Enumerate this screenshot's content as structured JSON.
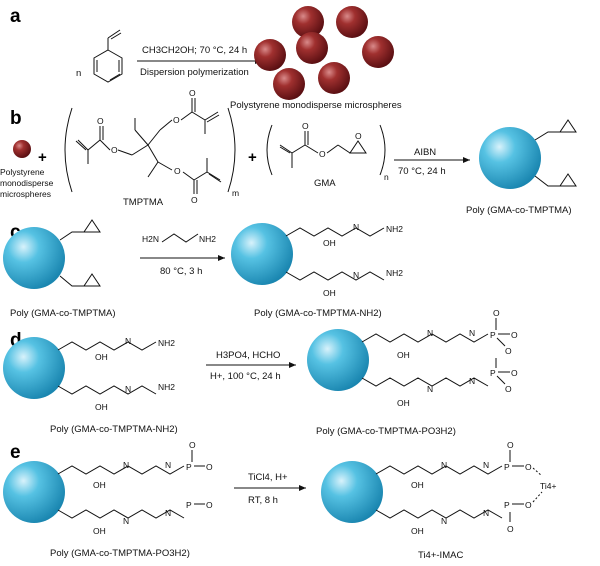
{
  "panels": {
    "a": {
      "label": "a",
      "prefix": "n",
      "cond_top": "CH3CH2OH; 70 °C, 24 h",
      "cond_bottom": "Dispersion polymerization",
      "product": "Polystyrene monodisperse microspheres"
    },
    "b": {
      "label": "b",
      "plus1": "+",
      "plus2": "+",
      "reactant_line1": "Polystyrene",
      "reactant_line2": "monodisperse",
      "reactant_line3": "microspheres",
      "monomer1": "TMPTMA",
      "sub_m": "m",
      "monomer2": "GMA",
      "sub_n": "n",
      "cond_top": "AIBN",
      "cond_bottom": "70 °C, 24 h",
      "product": "Poly (GMA-co-TMPTMA)"
    },
    "c": {
      "label": "c",
      "nh2": "NH2",
      "h2n": "H2N",
      "cond": "80 °C, 3 h",
      "reactant": "Poly (GMA-co-TMPTMA)",
      "product": "Poly (GMA-co-TMPTMA-NH2)",
      "oh": "OH",
      "nh": "N",
      "h": "H"
    },
    "d": {
      "label": "d",
      "cond_top": "H3PO4, HCHO",
      "cond_bottom": "H+, 100 °C, 24 h",
      "reactant": "Poly (GMA-co-TMPTMA-NH2)",
      "product": "Poly (GMA-co-TMPTMA-PO3H2)",
      "p": "P",
      "o": "O"
    },
    "e": {
      "label": "e",
      "cond_top": "TiCl4, H+",
      "cond_bottom": "RT, 8 h",
      "reactant": "Poly (GMA-co-TMPTMA-PO3H2)",
      "product": "Ti4+-IMAC",
      "ti": "Ti4+"
    }
  },
  "colors": {
    "red_sphere": "#8b1e22",
    "blue_sphere": "#3ab1d6"
  }
}
